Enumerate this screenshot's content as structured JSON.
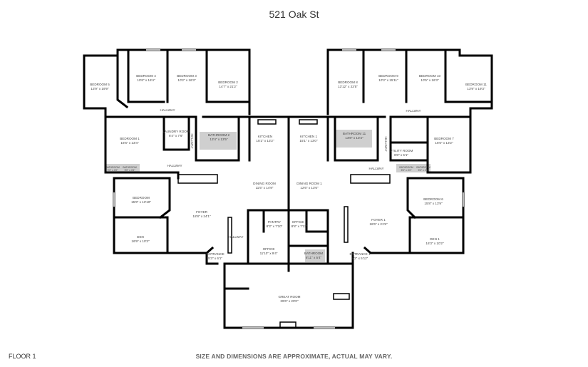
{
  "title": "521 Oak St",
  "floor_label": "FLOOR 1",
  "disclaimer": "SIZE AND DIMENSIONS ARE APPROXIMATE, ACTUAL MAY VARY.",
  "rooms": [
    {
      "name": "BEDROOM 5",
      "dims": "13'9\" x 19'9\""
    },
    {
      "name": "BEDROOM 4",
      "dims": "10'6\" x 16'4\""
    },
    {
      "name": "BEDROOM 3",
      "dims": "10'2\" x 16'3\""
    },
    {
      "name": "BEDROOM 2",
      "dims": "14'7\" x 21'2\""
    },
    {
      "name": "HALLWAY",
      "dims": ""
    },
    {
      "name": "BEDROOM 1",
      "dims": "16'6\" x 13'4\""
    },
    {
      "name": "LAUNDRY ROOM",
      "dims": "6'4\" x 7'6\""
    },
    {
      "name": "BATHROOM 2",
      "dims": "13'4\" x 13'5\""
    },
    {
      "name": "KITCHEN",
      "dims": "15'1\" x 13'2\""
    },
    {
      "name": "KITCHEN 1",
      "dims": "15'1\" x 13'0\""
    },
    {
      "name": "BATHROOM 11",
      "dims": "13'8\" x 13'4\""
    },
    {
      "name": "BEDROOM 8",
      "dims": "13'12\" x 23'5\""
    },
    {
      "name": "BEDROOM 9",
      "dims": "10'3\" x 15'11\""
    },
    {
      "name": "BEDROOM 10",
      "dims": "10'5\" x 16'3\""
    },
    {
      "name": "BEDROOM 11",
      "dims": "13'9\" x 19'3\""
    },
    {
      "name": "HALLWAY",
      "dims": ""
    },
    {
      "name": "UTILITY ROOM",
      "dims": "6'8\" x 5'1\""
    },
    {
      "name": "BEDROOM 7",
      "dims": "16'6\" x 13'2\""
    },
    {
      "name": "HALLWAY",
      "dims": ""
    },
    {
      "name": "HALLWAY",
      "dims": ""
    },
    {
      "name": "BEDROOM",
      "dims": "15'9\" x 13'10\""
    },
    {
      "name": "FOYER",
      "dims": "18'8\" x 24'1\""
    },
    {
      "name": "DEN",
      "dims": "16'9\" x 10'3\""
    },
    {
      "name": "DINING ROOM",
      "dims": "11'5\" x 14'9\""
    },
    {
      "name": "DINING ROOM 1",
      "dims": "12'6\" x 13'6\""
    },
    {
      "name": "PANTRY",
      "dims": "8'3\" x 7'10\""
    },
    {
      "name": "OFFICE 1",
      "dims": "8'8\" x 7'12\""
    },
    {
      "name": "HALLWAY",
      "dims": ""
    },
    {
      "name": "OFFICE",
      "dims": "11'10\" x 9'4\""
    },
    {
      "name": "BATHROOM",
      "dims": "6'11\" x 5'4\""
    },
    {
      "name": "ENTRANCE",
      "dims": "5'3\" x 6'1\""
    },
    {
      "name": "ENTRANCE 1",
      "dims": "4'2\" x 5'12\""
    },
    {
      "name": "FOYER 1",
      "dims": "18'6\" x 21'9\""
    },
    {
      "name": "BEDROOM 6",
      "dims": "15'8\" x 13'9\""
    },
    {
      "name": "DEN 1",
      "dims": "16'3\" x 10'2\""
    },
    {
      "name": "GREAT ROOM",
      "dims": "39'6\" x 20'0\""
    },
    {
      "name": "HALLWAY",
      "dims": ""
    },
    {
      "name": "HALLWAY",
      "dims": ""
    },
    {
      "name": "BATHROOM",
      "dims": "5'0\" x 4'0\""
    },
    {
      "name": "BATHROOM",
      "dims": "5'0\" x 4'6\""
    },
    {
      "name": "BATHROOM",
      "dims": "5'0\" x 4'0\""
    },
    {
      "name": "BATHROOM",
      "dims": "5'0\" x 4'6\""
    }
  ]
}
